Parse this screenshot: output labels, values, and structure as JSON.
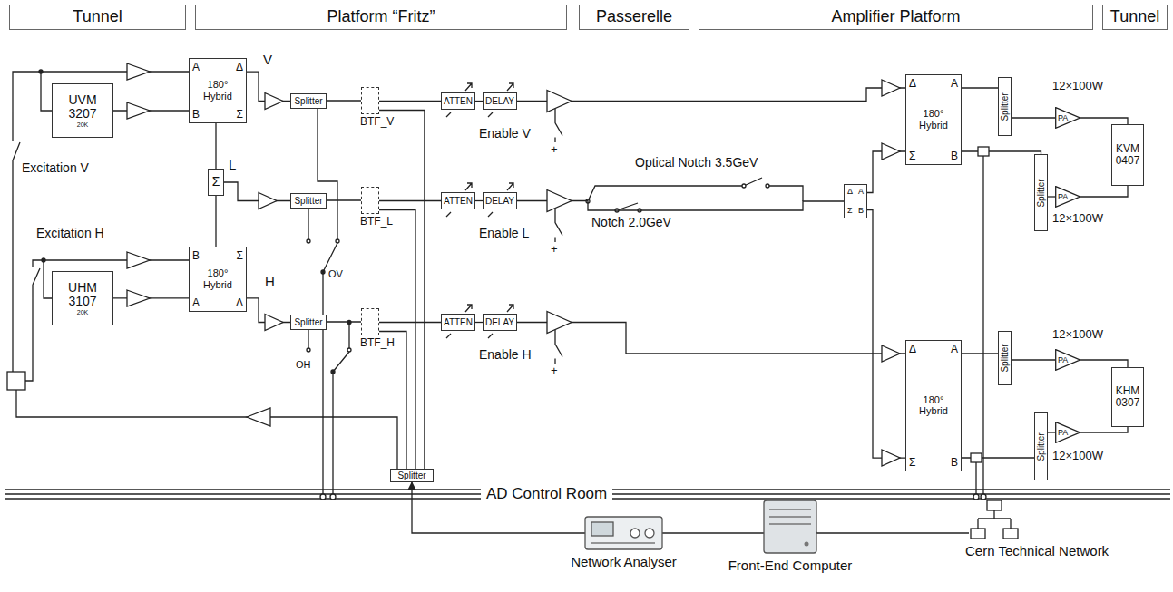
{
  "diagram": {
    "nodes": [
      {
        "text": [
          "Tunnel"
        ]
      },
      {
        "text": [
          "Platform “Fritz”"
        ]
      },
      {
        "text": [
          "Passerelle"
        ]
      },
      {
        "text": [
          "Amplifier Platform"
        ]
      },
      {
        "text": [
          "Tunnel"
        ]
      },
      {
        "text": [
          "A",
          "Δ",
          "180° Hybrid",
          "B",
          "Σ"
        ]
      },
      {
        "text": [
          "UVM 3207",
          "20K"
        ]
      },
      {
        "text": [
          "Σ"
        ]
      },
      {
        "text": [
          "B",
          "Σ",
          "180° Hybrid",
          "A",
          "Δ"
        ]
      },
      {
        "text": [
          "UHM 3107",
          "20K"
        ]
      },
      {
        "text": [
          "Splitter"
        ]
      },
      {
        "text": [
          "Splitter"
        ]
      },
      {
        "text": [
          "Splitter"
        ]
      },
      {
        "text": [
          "BTF_V"
        ]
      },
      {
        "text": [
          "BTF_L"
        ]
      },
      {
        "text": [
          "BTF_H"
        ]
      },
      {
        "text": [
          "ATTEN"
        ]
      },
      {
        "text": [
          "DELAY"
        ]
      },
      {
        "text": [
          "ATTEN"
        ]
      },
      {
        "text": [
          "DELAY"
        ]
      },
      {
        "text": [
          "ATTEN"
        ]
      },
      {
        "text": [
          "DELAY"
        ]
      },
      {
        "text": [
          "Δ",
          "A",
          "Σ",
          "B"
        ]
      },
      {
        "text": [
          "Δ",
          "A",
          "180° Hybrid",
          "Σ",
          "B"
        ]
      },
      {
        "text": [
          "Δ",
          "A",
          "180° Hybrid",
          "Σ",
          "B"
        ]
      },
      {
        "text": [
          "Splitter"
        ]
      },
      {
        "text": [
          "Splitter"
        ]
      },
      {
        "text": [
          "Splitter"
        ]
      },
      {
        "text": [
          "Splitter"
        ]
      },
      {
        "text": [
          "PA"
        ]
      },
      {
        "text": [
          "PA"
        ]
      },
      {
        "text": [
          "KVM 0407"
        ]
      },
      {
        "text": [
          "PA"
        ]
      },
      {
        "text": [
          "PA"
        ]
      },
      {
        "text": [
          "KHM 0307"
        ]
      },
      {
        "text": [
          "Splitter"
        ]
      },
      {
        "text": [
          "Network Analyser"
        ]
      },
      {
        "text": [
          "Front-End Computer"
        ]
      },
      {
        "text": [
          "Cern Technical Network"
        ]
      }
    ],
    "edges": [
      {
        "from": 6,
        "to": 5,
        "arrow": "none"
      },
      {
        "from": 5,
        "to": 10,
        "arrow": "none"
      },
      {
        "from": 5,
        "to": 7,
        "arrow": "none"
      },
      {
        "from": 8,
        "to": 7,
        "arrow": "none"
      },
      {
        "from": 7,
        "to": 11,
        "arrow": "none"
      },
      {
        "from": 9,
        "to": 8,
        "arrow": "none"
      },
      {
        "from": 8,
        "to": 12,
        "arrow": "none"
      },
      {
        "from": 10,
        "to": 13,
        "arrow": "none"
      },
      {
        "from": 11,
        "to": 14,
        "arrow": "none"
      },
      {
        "from": 12,
        "to": 15,
        "arrow": "none"
      },
      {
        "from": 13,
        "to": 16,
        "arrow": "none"
      },
      {
        "from": 16,
        "to": 17,
        "arrow": "none"
      },
      {
        "from": 14,
        "to": 18,
        "arrow": "none"
      },
      {
        "from": 18,
        "to": 19,
        "arrow": "none"
      },
      {
        "from": 15,
        "to": 20,
        "arrow": "none"
      },
      {
        "from": 20,
        "to": 21,
        "arrow": "none"
      },
      {
        "from": 17,
        "to": 23,
        "arrow": "none"
      },
      {
        "from": 19,
        "to": 22,
        "arrow": "none"
      },
      {
        "from": 21,
        "to": 24,
        "arrow": "none"
      },
      {
        "from": 22,
        "to": 23,
        "arrow": "none"
      },
      {
        "from": 22,
        "to": 24,
        "arrow": "none"
      },
      {
        "from": 23,
        "to": 25,
        "arrow": "none"
      },
      {
        "from": 25,
        "to": 29,
        "arrow": "none"
      },
      {
        "from": 29,
        "to": 31,
        "arrow": "none"
      },
      {
        "from": 23,
        "to": 26,
        "arrow": "none"
      },
      {
        "from": 26,
        "to": 30,
        "arrow": "none"
      },
      {
        "from": 30,
        "to": 31,
        "arrow": "none"
      },
      {
        "from": 24,
        "to": 27,
        "arrow": "none"
      },
      {
        "from": 27,
        "to": 32,
        "arrow": "none"
      },
      {
        "from": 32,
        "to": 34,
        "arrow": "none"
      },
      {
        "from": 24,
        "to": 28,
        "arrow": "none"
      },
      {
        "from": 28,
        "to": 33,
        "arrow": "none"
      },
      {
        "from": 33,
        "to": 34,
        "arrow": "none"
      },
      {
        "from": 13,
        "to": 35,
        "arrow": "none"
      },
      {
        "from": 14,
        "to": 35,
        "arrow": "none"
      },
      {
        "from": 15,
        "to": 35,
        "arrow": "none"
      },
      {
        "from": 36,
        "to": 35,
        "arrow": "to"
      },
      {
        "from": 36,
        "to": 37,
        "arrow": "none"
      },
      {
        "from": 37,
        "to": 38,
        "arrow": "none"
      }
    ],
    "labels": [
      "V",
      "L",
      "H",
      "Excitation V",
      "Excitation H",
      "OV",
      "OH",
      "Enable V",
      "Enable L",
      "Enable H",
      "+",
      "+",
      "+",
      "Optical Notch 3.5GeV",
      "Notch 2.0GeV",
      "12×100W",
      "12×100W",
      "12×100W",
      "12×100W",
      "AD Control Room"
    ]
  }
}
